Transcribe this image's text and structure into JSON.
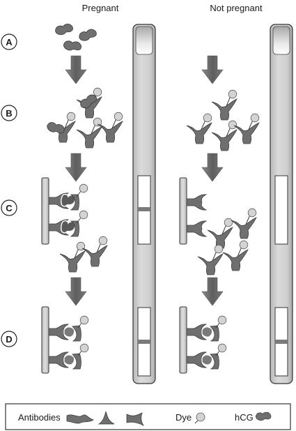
{
  "columns": {
    "pregnant": "Pregnant",
    "not_pregnant": "Not pregnant"
  },
  "steps": [
    "A",
    "B",
    "C",
    "D"
  ],
  "legend": {
    "antibodies": "Antibodies",
    "dye": "Dye",
    "hcg": "hCG"
  },
  "colors": {
    "molecule": "#6f6f6f",
    "molecule_stroke": "#3c3c3c",
    "dye": "#d3d3d3",
    "stick": "#c9c9c9",
    "arrow": "#666666",
    "result_line": "#7a7a7a"
  }
}
